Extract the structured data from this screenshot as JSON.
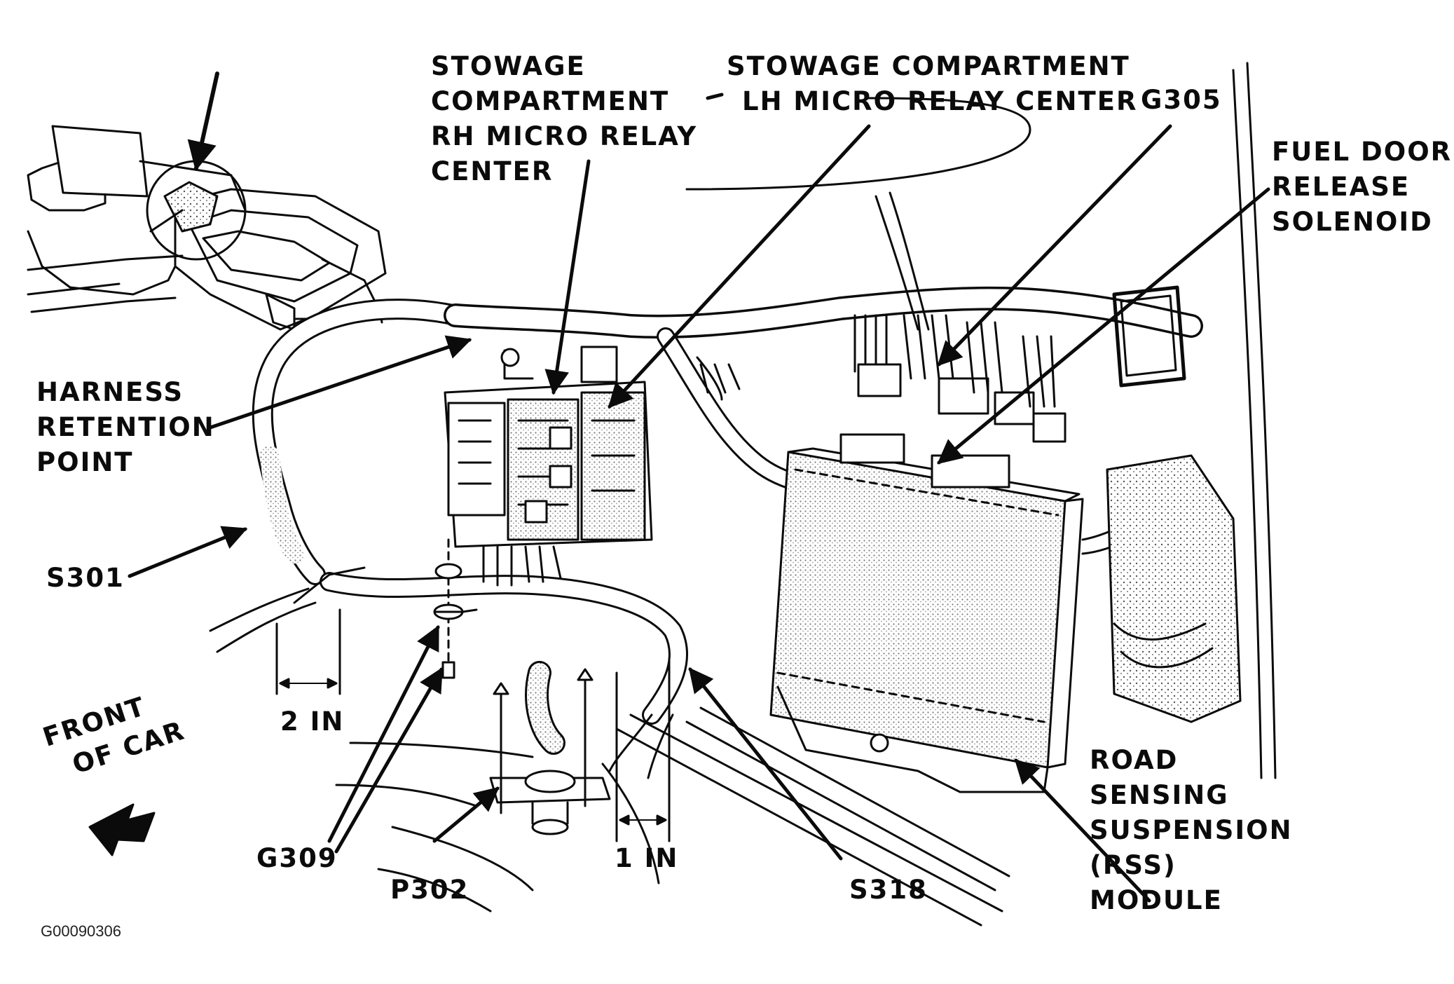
{
  "labels": {
    "stowage_rh": [
      "STOWAGE",
      "COMPARTMENT",
      "RH MICRO RELAY",
      "CENTER"
    ],
    "stowage_lh": [
      "STOWAGE COMPARTMENT",
      "LH MICRO RELAY CENTER"
    ],
    "g305": "G305",
    "fuel_door": [
      "FUEL DOOR",
      "RELEASE",
      "SOLENOID"
    ],
    "harness": [
      "HARNESS",
      "RETENTION",
      "POINT"
    ],
    "s301": "S301",
    "two_in": "2 IN",
    "front_of_car": [
      "FRONT",
      "OF CAR"
    ],
    "g309": "G309",
    "p302": "P302",
    "one_in": "1 IN",
    "s318": "S318",
    "rss": [
      "ROAD",
      "SENSING",
      "SUSPENSION",
      "(RSS)",
      "MODULE"
    ]
  },
  "figure_code": "G00090306",
  "colors": {
    "ink": "#0b0b0b",
    "stipple": "#9a9a9a",
    "paper": "#ffffff"
  }
}
